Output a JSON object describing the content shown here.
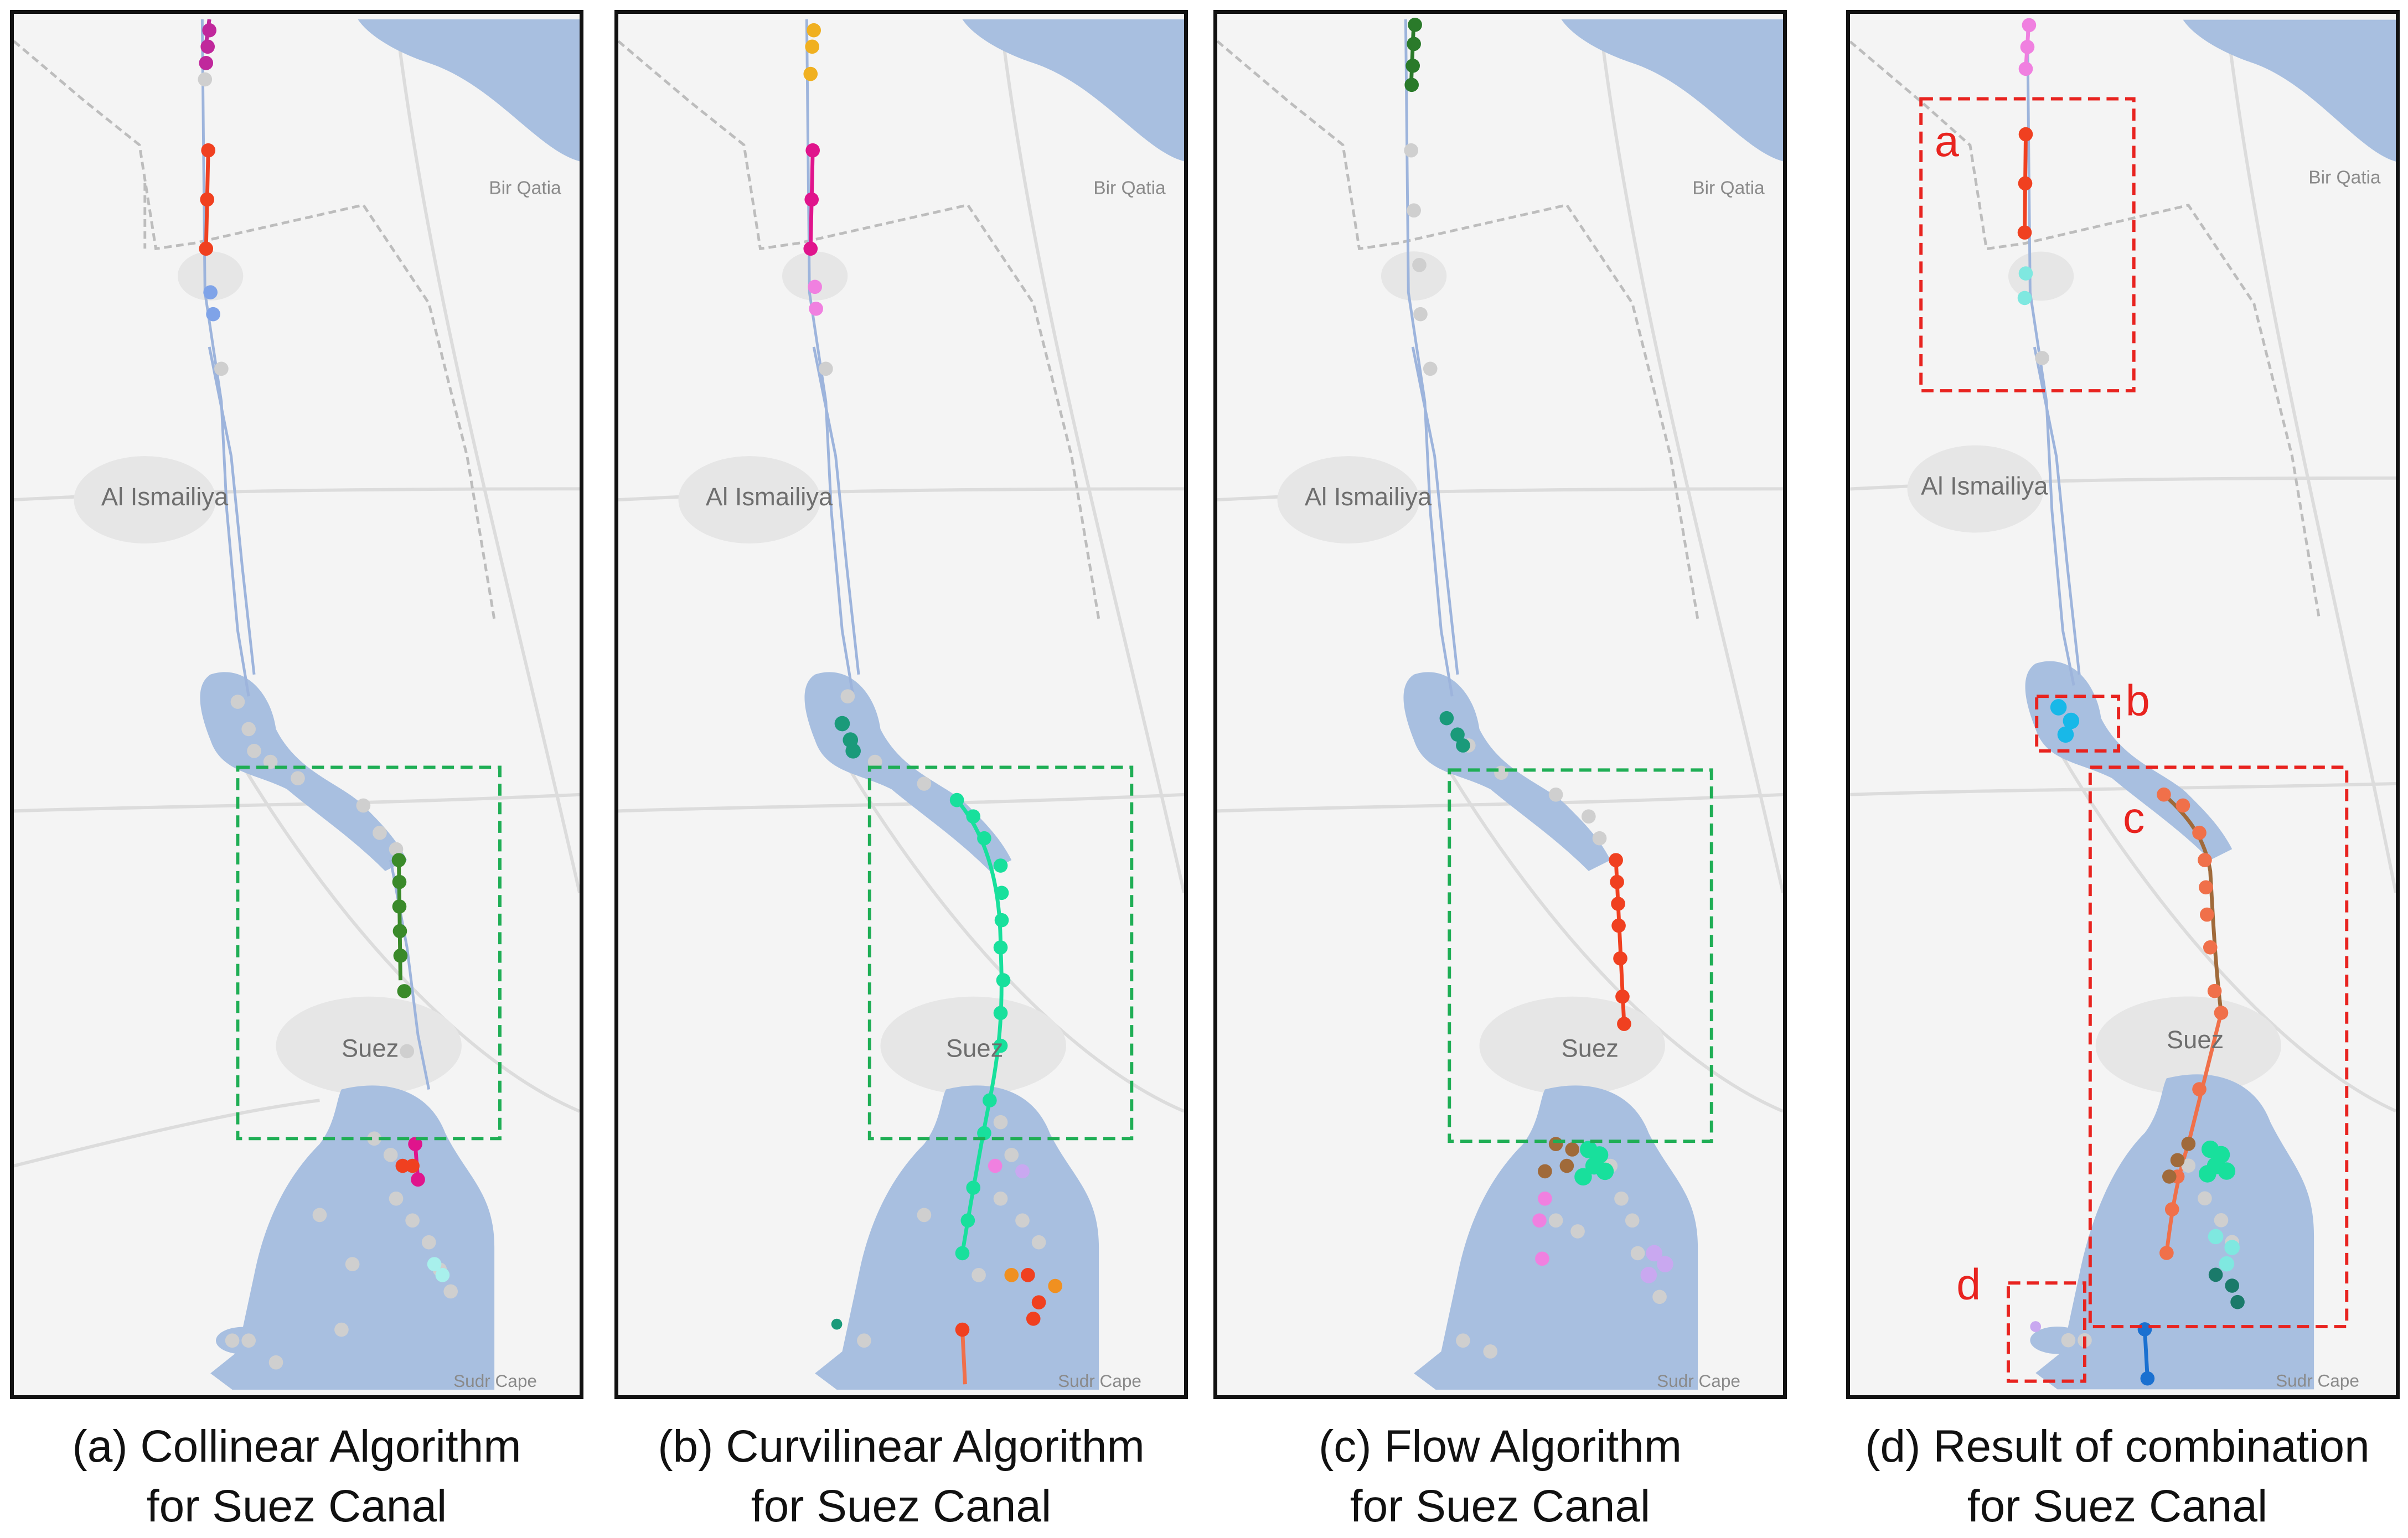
{
  "figure": {
    "map_labels": {
      "bir_qatia": "Bir Qatia",
      "al_ismailiya": "Al Ismailiya",
      "suez": "Suez",
      "sudr_cape": "Sudr Cape"
    },
    "panels": [
      {
        "id": "a",
        "caption_line1": "(a) Collinear Algorithm",
        "caption_line2": "for Suez Canal"
      },
      {
        "id": "b",
        "caption_line1": "(b) Curvilinear Algorithm",
        "caption_line2": "for Suez Canal"
      },
      {
        "id": "c",
        "caption_line1": "(c) Flow Algorithm",
        "caption_line2": "for Suez Canal"
      },
      {
        "id": "d",
        "caption_line1": "(d) Result of combination",
        "caption_line2": "for Suez Canal"
      }
    ],
    "region_labels": [
      "a",
      "b",
      "c",
      "d"
    ],
    "colors": {
      "water": "#a8bfe0",
      "land": "#f4f4f4",
      "urban": "#e6e6e6",
      "road": "#dcdcdc",
      "border": "#bdbdbd",
      "canal": "#9db4dc",
      "unclassified_point": "#cfcfcf",
      "highlight_box_green": "#1fae55",
      "highlight_box_red": "#e8231f"
    }
  }
}
